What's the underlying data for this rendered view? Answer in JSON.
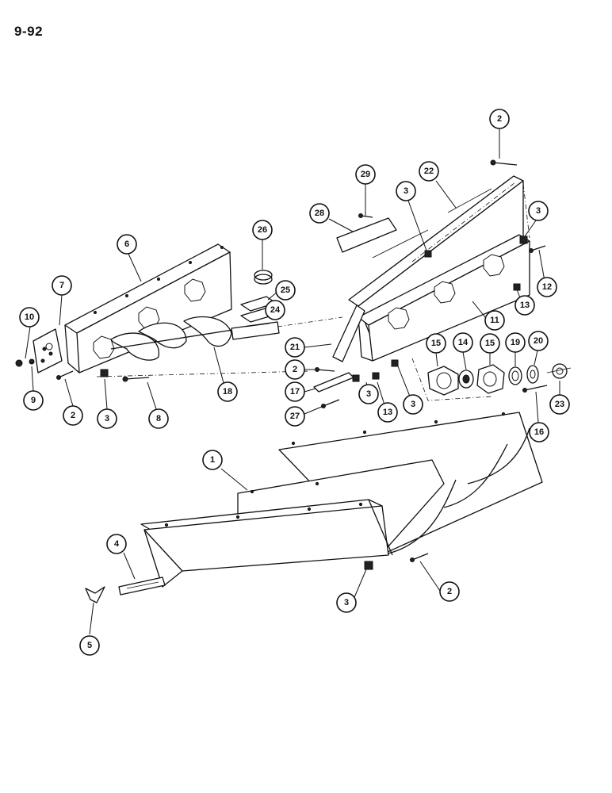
{
  "page_number": "9-92",
  "callouts": [
    {
      "id": "c2a",
      "label": "2"
    },
    {
      "id": "c29",
      "label": "29"
    },
    {
      "id": "c22",
      "label": "22"
    },
    {
      "id": "c3a",
      "label": "3"
    },
    {
      "id": "c28",
      "label": "28"
    },
    {
      "id": "c3b",
      "label": "3"
    },
    {
      "id": "c26",
      "label": "26"
    },
    {
      "id": "c6",
      "label": "6"
    },
    {
      "id": "c12",
      "label": "12"
    },
    {
      "id": "c25",
      "label": "25"
    },
    {
      "id": "c24",
      "label": "24"
    },
    {
      "id": "c7",
      "label": "7"
    },
    {
      "id": "c13a",
      "label": "13"
    },
    {
      "id": "c11",
      "label": "11"
    },
    {
      "id": "c10",
      "label": "10"
    },
    {
      "id": "c21",
      "label": "21"
    },
    {
      "id": "c15a",
      "label": "15"
    },
    {
      "id": "c14",
      "label": "14"
    },
    {
      "id": "c15b",
      "label": "15"
    },
    {
      "id": "c19",
      "label": "19"
    },
    {
      "id": "c20",
      "label": "20"
    },
    {
      "id": "c2b",
      "label": "2"
    },
    {
      "id": "c9",
      "label": "9"
    },
    {
      "id": "c17",
      "label": "17"
    },
    {
      "id": "c18",
      "label": "18"
    },
    {
      "id": "c3c",
      "label": "3"
    },
    {
      "id": "c3d",
      "label": "3"
    },
    {
      "id": "c23",
      "label": "23"
    },
    {
      "id": "c2c",
      "label": "2"
    },
    {
      "id": "c3e",
      "label": "3"
    },
    {
      "id": "c8",
      "label": "8"
    },
    {
      "id": "c13b",
      "label": "13"
    },
    {
      "id": "c27",
      "label": "27"
    },
    {
      "id": "c16",
      "label": "16"
    },
    {
      "id": "c1",
      "label": "1"
    },
    {
      "id": "c4",
      "label": "4"
    },
    {
      "id": "c3f",
      "label": "3"
    },
    {
      "id": "c2d",
      "label": "2"
    },
    {
      "id": "c5",
      "label": "5"
    }
  ]
}
